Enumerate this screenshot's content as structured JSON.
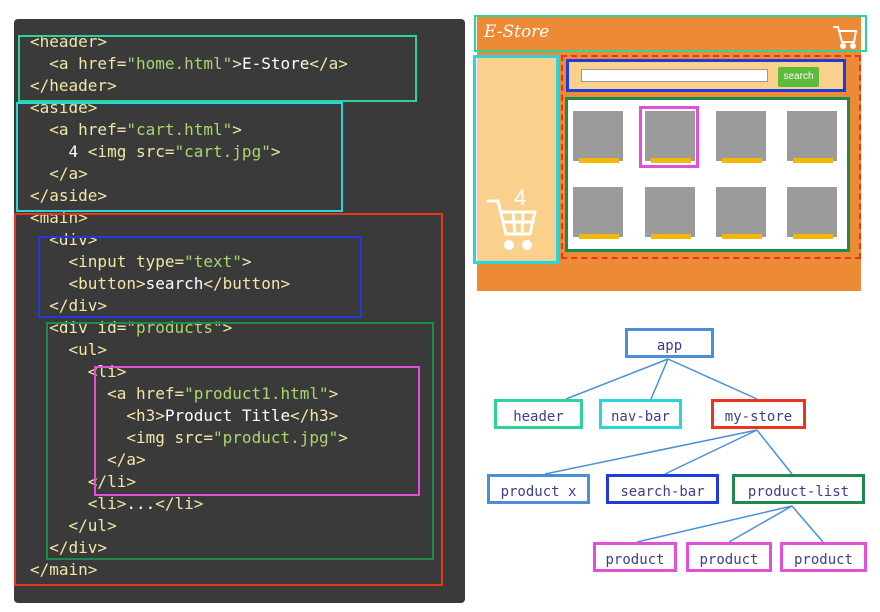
{
  "code": {
    "lines": [
      "<header>",
      "  <a href=\"home.html\">E-Store</a>",
      "</header>",
      "<aside>",
      "  <a href=\"cart.html\">",
      "    4 <img src=\"cart.jpg\">",
      "  </a>",
      "</aside>",
      "<main>",
      "  <div>",
      "    <input type=\"text\">",
      "    <button>search</button>",
      "  </div>",
      "  <div id=\"products\">",
      "    <ul>",
      "      <li>",
      "        <a href=\"product1.html\">",
      "          <h3>Product Title</h3>",
      "          <img src=\"product.jpg\">",
      "        </a>",
      "      </li>",
      "      <li>...</li>",
      "    </ul>",
      "  </div>",
      "</main>"
    ]
  },
  "store": {
    "logo": "E-Store",
    "cart_count": "4",
    "search_button": "search"
  },
  "tree": {
    "app": "app",
    "header": "header",
    "nav_bar": "nav-bar",
    "my_store": "my-store",
    "product_x": "product x",
    "search_bar": "search-bar",
    "product_list": "product-list",
    "product_1": "product",
    "product_2": "product",
    "product_3": "product"
  },
  "colors": {
    "header": "#2fd39a",
    "aside": "#2ad6dc",
    "main": "#e8351c",
    "search_div": "#1f3be0",
    "products_div": "#1e8a4e",
    "li": "#e24fd8",
    "app": "#4a90d9",
    "nav_bar": "#1c6fe0",
    "store_orange": "#ec8a35",
    "sidebar_peach": "#f9d08c",
    "search_green": "#5dbb3b",
    "thumb_gray": "#9b9b9b",
    "thumb_yellow": "#f2b707"
  }
}
